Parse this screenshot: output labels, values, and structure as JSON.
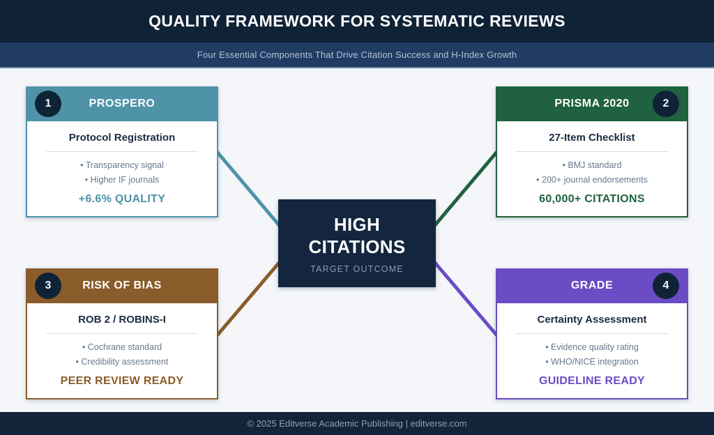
{
  "header": {
    "title": "QUALITY FRAMEWORK FOR SYSTEMATIC REVIEWS"
  },
  "subtitle": {
    "text": "Four Essential Components That Drive Citation Success and H-Index Growth"
  },
  "cards": [
    {
      "number": "1",
      "title": "PROSPERO",
      "subtitle": "Protocol Registration",
      "bullets": [
        "• Transparency signal",
        "• Higher IF journals"
      ],
      "highlight": "+6.6% QUALITY",
      "accent": "#4e93a8"
    },
    {
      "number": "2",
      "title": "PRISMA 2020",
      "subtitle": "27-Item Checklist",
      "bullets": [
        "• BMJ standard",
        "• 200+ journal endorsements"
      ],
      "highlight": "60,000+ CITATIONS",
      "accent": "#20613f"
    },
    {
      "number": "3",
      "title": "RISK OF BIAS",
      "subtitle": "ROB 2 / ROBINS-I",
      "bullets": [
        "• Cochrane standard",
        "• Credibility assessment"
      ],
      "highlight": "PEER REVIEW READY",
      "accent": "#8a5c2a"
    },
    {
      "number": "4",
      "title": "GRADE",
      "subtitle": "Certainty Assessment",
      "bullets": [
        "• Evidence quality rating",
        "• WHO/NICE integration"
      ],
      "highlight": "GUIDELINE READY",
      "accent": "#6b4cc4"
    }
  ],
  "center": {
    "title": "HIGH CITATIONS",
    "tagline": "TARGET OUTCOME"
  },
  "footer": {
    "text": "© 2025 Editverse Academic Publishing | editverse.com"
  },
  "colors": {
    "header_bg": "#0f2236",
    "subtitle_bg": "#203c62",
    "page_bg": "#f4f6f9",
    "center_box_bg": "#13263e",
    "badge_bg": "#0f2236",
    "footer_bg": "#12233a",
    "dark_text": "#1c2b44",
    "bullet_text": "#68788c"
  }
}
